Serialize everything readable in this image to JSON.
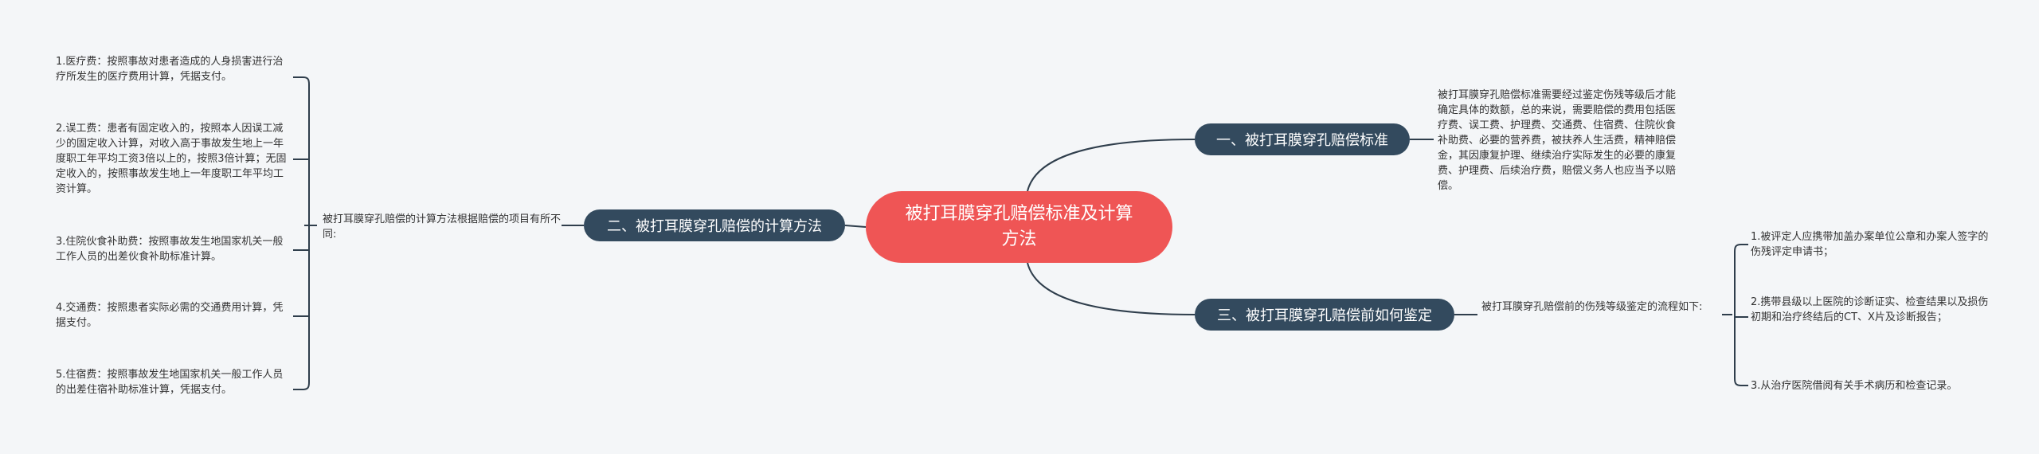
{
  "root": {
    "title": "被打耳膜穿孔赔偿标准及计算方法"
  },
  "colors": {
    "root_fill": "#ef5555",
    "branch_fill": "#334a5e",
    "line": "#2f3e4c",
    "background": "#f4f6f8"
  },
  "branches": [
    {
      "title": "一、被打耳膜穿孔赔偿标准",
      "text": "被打耳膜穿孔赔偿标准需要经过鉴定伤残等级后才能确定具体的数额，总的来说，需要赔偿的费用包括医疗费、误工费、护理费、交通费、住宿费、住院伙食补助费、必要的营养费，被扶养人生活费，精神赔偿金，其因康复护理、继续治疗实际发生的必要的康复费、护理费、后续治疗费，赔偿义务人也应当予以赔偿。"
    },
    {
      "title": "二、被打耳膜穿孔赔偿的计算方法",
      "text": "被打耳膜穿孔赔偿的计算方法根据赔偿的项目有所不同:",
      "items": [
        "1.医疗费：按照事故对患者造成的人身损害进行治疗所发生的医疗费用计算，凭据支付。",
        "2.误工费：患者有固定收入的，按照本人因误工减少的固定收入计算，对收入高于事故发生地上一年度职工年平均工资3倍以上的，按照3倍计算；无固定收入的，按照事故发生地上一年度职工年平均工资计算。",
        "3.住院伙食补助费：按照事故发生地国家机关一般工作人员的出差伙食补助标准计算。",
        "4.交通费：按照患者实际必需的交通费用计算，凭据支付。",
        "5.住宿费：按照事故发生地国家机关一般工作人员的出差住宿补助标准计算，凭据支付。"
      ]
    },
    {
      "title": "三、被打耳膜穿孔赔偿前如何鉴定",
      "text": "被打耳膜穿孔赔偿前的伤残等级鉴定的流程如下:",
      "items": [
        "1.被评定人应携带加盖办案单位公章和办案人签字的伤残评定申请书；",
        "2.携带县级以上医院的诊断证实、检查结果以及损伤初期和治疗终结后的CT、X片及诊断报告；",
        "3.从治疗医院借阅有关手术病历和检查记录。"
      ]
    }
  ]
}
